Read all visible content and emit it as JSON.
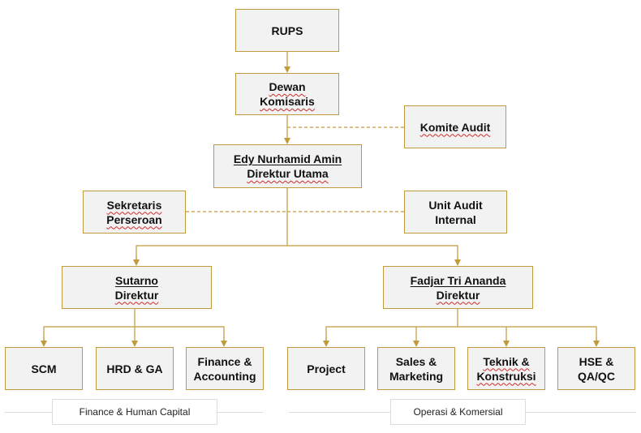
{
  "colors": {
    "connector": "#c09a3c",
    "box_fill": "#f2f2f2",
    "box_border": "#c09a3c",
    "group_line": "#dcdcdc"
  },
  "nodes": {
    "rups": {
      "lines": [
        "RUPS"
      ]
    },
    "dewan_komisaris": {
      "lines": [
        "Dewan",
        "Komisaris"
      ]
    },
    "komite_audit": {
      "lines": [
        "Komite Audit"
      ]
    },
    "direktur_utama": {
      "lines": [
        "Edy Nurhamid Amin",
        "Direktur Utama"
      ]
    },
    "sekretaris_perseroan": {
      "lines": [
        "Sekretaris",
        "Perseroan"
      ]
    },
    "unit_audit_internal": {
      "lines": [
        "Unit Audit",
        "Internal"
      ]
    },
    "direktur_sutarno": {
      "lines": [
        "Sutarno",
        "Direktur"
      ]
    },
    "direktur_fadjar": {
      "lines": [
        "Fadjar Tri Ananda",
        "Direktur"
      ]
    },
    "scm": {
      "lines": [
        "SCM"
      ]
    },
    "hrd_ga": {
      "lines": [
        "HRD & GA"
      ]
    },
    "finance_accounting": {
      "lines": [
        "Finance &",
        "Accounting"
      ]
    },
    "project": {
      "lines": [
        "Project"
      ]
    },
    "sales_marketing": {
      "lines": [
        "Sales &",
        "Marketing"
      ]
    },
    "teknik_konstruksi": {
      "lines": [
        "Teknik &",
        "Konstruksi"
      ]
    },
    "hse_qa_qc": {
      "lines": [
        "HSE &",
        "QA/QC"
      ]
    }
  },
  "groups": {
    "left": "Finance & Human Capital",
    "right": "Operasi & Komersial"
  }
}
